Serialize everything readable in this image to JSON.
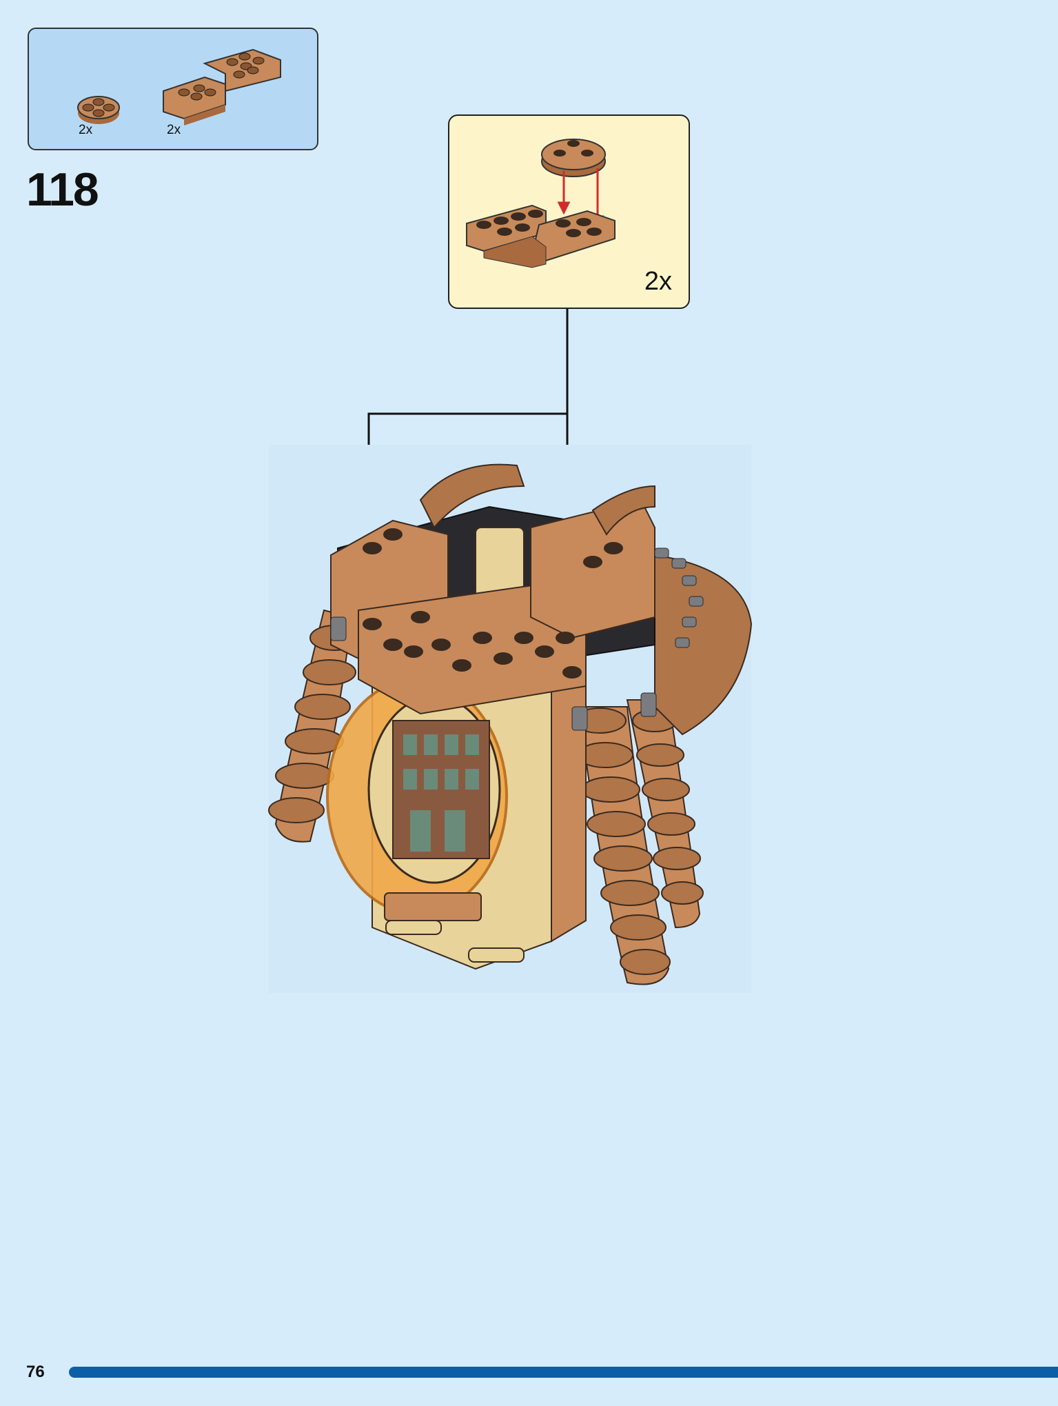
{
  "parts_list": {
    "items": [
      {
        "name": "round-plate-2x2",
        "count": "2x"
      },
      {
        "name": "bracket-plate",
        "count": "2x"
      }
    ]
  },
  "step": {
    "number": "118"
  },
  "callout": {
    "multiplier": "2x"
  },
  "footer": {
    "page_number": "76",
    "progress_fraction": 1.0
  },
  "colors": {
    "background": "#d6ecfa",
    "parts_box": "#b5d9f5",
    "callout_box": "#fdf5c9",
    "brick_brown": "#c88a5a",
    "arrow_red": "#d32b2b",
    "progress": "#0a5fa6"
  }
}
